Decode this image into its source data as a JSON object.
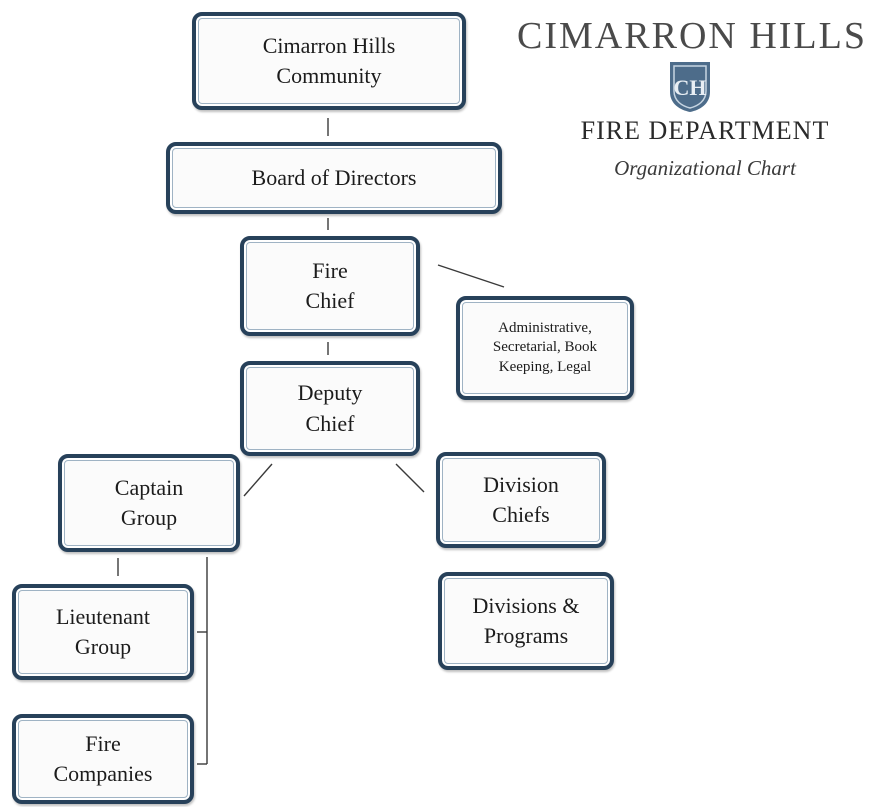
{
  "header": {
    "org_name": "CIMARRON HILLS",
    "seal_monogram": "CH",
    "department": "FIRE DEPARTMENT",
    "subtitle": "Organizational Chart"
  },
  "nodes": {
    "community": "Cimarron Hills\nCommunity",
    "board": "Board of Directors",
    "fire_chief": "Fire\nChief",
    "administrative": "Administrative,\nSecretarial, Book\nKeeping, Legal",
    "deputy_chief": "Deputy\nChief",
    "captain_group": "Captain\nGroup",
    "division_chiefs": "Division\nChiefs",
    "lieutenant_group": "Lieutenant\nGroup",
    "divisions_programs": "Divisions &\nPrograms",
    "fire_companies": "Fire\nCompanies"
  },
  "colors": {
    "box_border": "#27415a",
    "seal_blue": "#4d6c8a",
    "connector": "#3a3a3a"
  }
}
